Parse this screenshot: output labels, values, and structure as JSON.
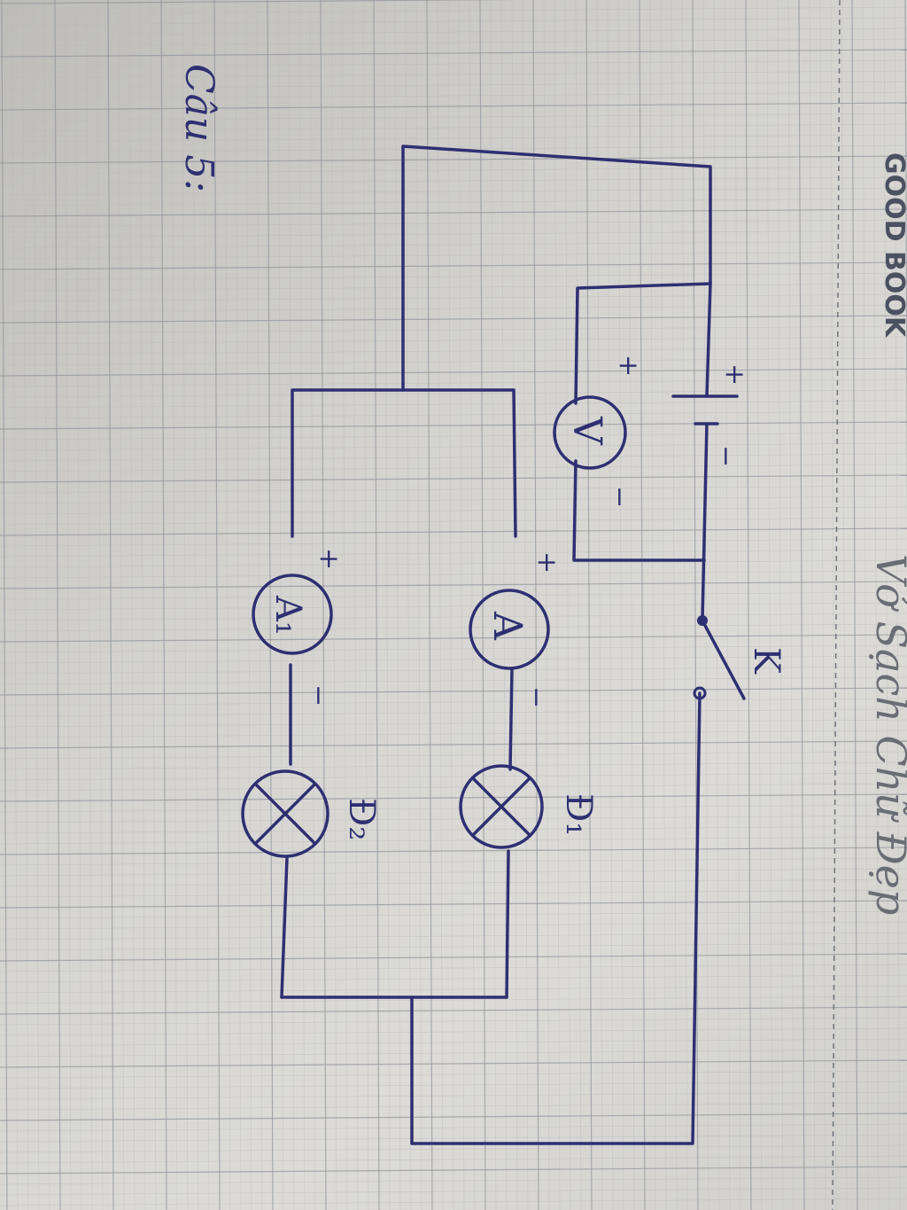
{
  "heading": "Câu 5:",
  "brand": "GOOD BOOK",
  "notebook_slogan": "Vở Sạch Chữ Đẹp",
  "components": {
    "voltmeter": "V",
    "ammeter_main": "A",
    "ammeter_branch": "A₁",
    "lamp_1": "Đ₁",
    "lamp_2": "Đ₂",
    "switch": "K"
  },
  "polarity": {
    "plus": "+",
    "minus": "−"
  },
  "colors": {
    "ink": "#2e2f72",
    "grid_major": "#8f949c",
    "grid_minor": "#b3b6bb",
    "paper": "#d4d3cf"
  }
}
